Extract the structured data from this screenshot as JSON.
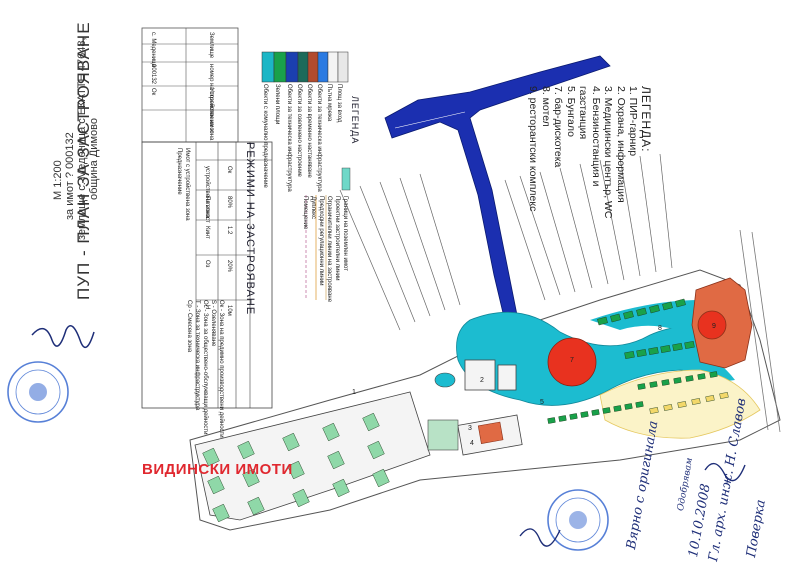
{
  "sheet": {
    "title": "ПУП - ПЛАН ЗА ЗАСТРОЯВАНЕ",
    "scale": "М 1:200",
    "plot": "за имот ? 000132",
    "land": "землище с. Меденица с ЕКАТТЕ 47648,",
    "municipality": "община Димово"
  },
  "legend_left": {
    "title": "ЛЕГЕНДА",
    "items": [
      {
        "label": "Обекти с комунално предназначение",
        "color": "#1cb6c6"
      },
      {
        "label": "Обекти за техническа инфраструктура",
        "color": "#1b3fb0"
      },
      {
        "label": "Зелени площи",
        "color": "#19a14a"
      },
      {
        "label": "Обекти за озеленено настроение",
        "color": "#d4d4d4"
      },
      {
        "label": "Обекти за временно настаняване",
        "color": "#b24b2e"
      },
      {
        "label": "Обекти за техническа инфраструктура",
        "color": "#2a7ae2"
      },
      {
        "label": "Пътна мрежа",
        "color": "#e8e8e8"
      },
      {
        "label": "Площ за вход",
        "color": "#ffffff"
      },
      {
        "label": "Граници на поземлен имот",
        "color": "#e84040"
      },
      {
        "label": "Проектни застроителни линии",
        "color": "#4060c0"
      },
      {
        "label": "Ограничителни линии на застрояване",
        "color": "#a0a0a0"
      },
      {
        "label": "Предходни регулационни линии",
        "color": "#f0c060"
      },
      {
        "label": "Дуплекс",
        "color": "#ffe08a"
      },
      {
        "label": "Помещение",
        "color": "#c0c0c0"
      }
    ]
  },
  "legend_right": {
    "title": "ЛЕГЕНДА:",
    "items": [
      "1. ПИР-гарнир",
      "2. Охрана, информация",
      "3. Медицински център, WC",
      "4. Бензиностанция и газстанция",
      "5. Бунгало",
      "7. бар-дискотека",
      "8. мотел",
      "9. ресторантски комплекс"
    ]
  },
  "regimes_table": {
    "title": "РЕЖИМИ НА ЗАСТРОЯВАНЕ",
    "header": [
      "устройствена зона",
      "Плътност",
      "Кинт",
      "Оз",
      "Н"
    ],
    "row": [
      "Ок",
      "80%",
      "1.2",
      "20%",
      "10м"
    ],
    "notes": [
      "Имот с устройствена зона",
      "Предназначение"
    ]
  },
  "info_table": {
    "rows": [
      "с. Меденица",
      "Землище",
      "000132",
      "номер на поземлен имот",
      "Устройствена зона",
      "Ок"
    ]
  },
  "right_key": {
    "items": [
      "Ок - Зона на предимно производствени дейности",
      "S - Озеленяване",
      "Ос - Зона за обществено-обслужващи дейности",
      "Т - Зона за техническа инфраструктура",
      "Ср - Смесена зона"
    ]
  },
  "watermark": "ВИДИНСКИ ИМОТИ",
  "handwriting": {
    "note1": "Одобрявам",
    "note2": "Вярно с оригинала",
    "date": "10.10.2008",
    "name": "Гл. арх. инж. Н. Славов",
    "sign": "Поверка"
  },
  "map_labels": [
    "1",
    "2",
    "3",
    "4",
    "5",
    "7",
    "8",
    "9"
  ],
  "colors": {
    "water": "#1cbcd0",
    "road": "#1b2fb0",
    "roof": "#e05a3a",
    "green": "#19a14a",
    "bungalow_green": "#8fd8a8",
    "plaza": "#f3d86a",
    "red_circle": "#e8321f",
    "stamp": "#3a6ad0"
  }
}
